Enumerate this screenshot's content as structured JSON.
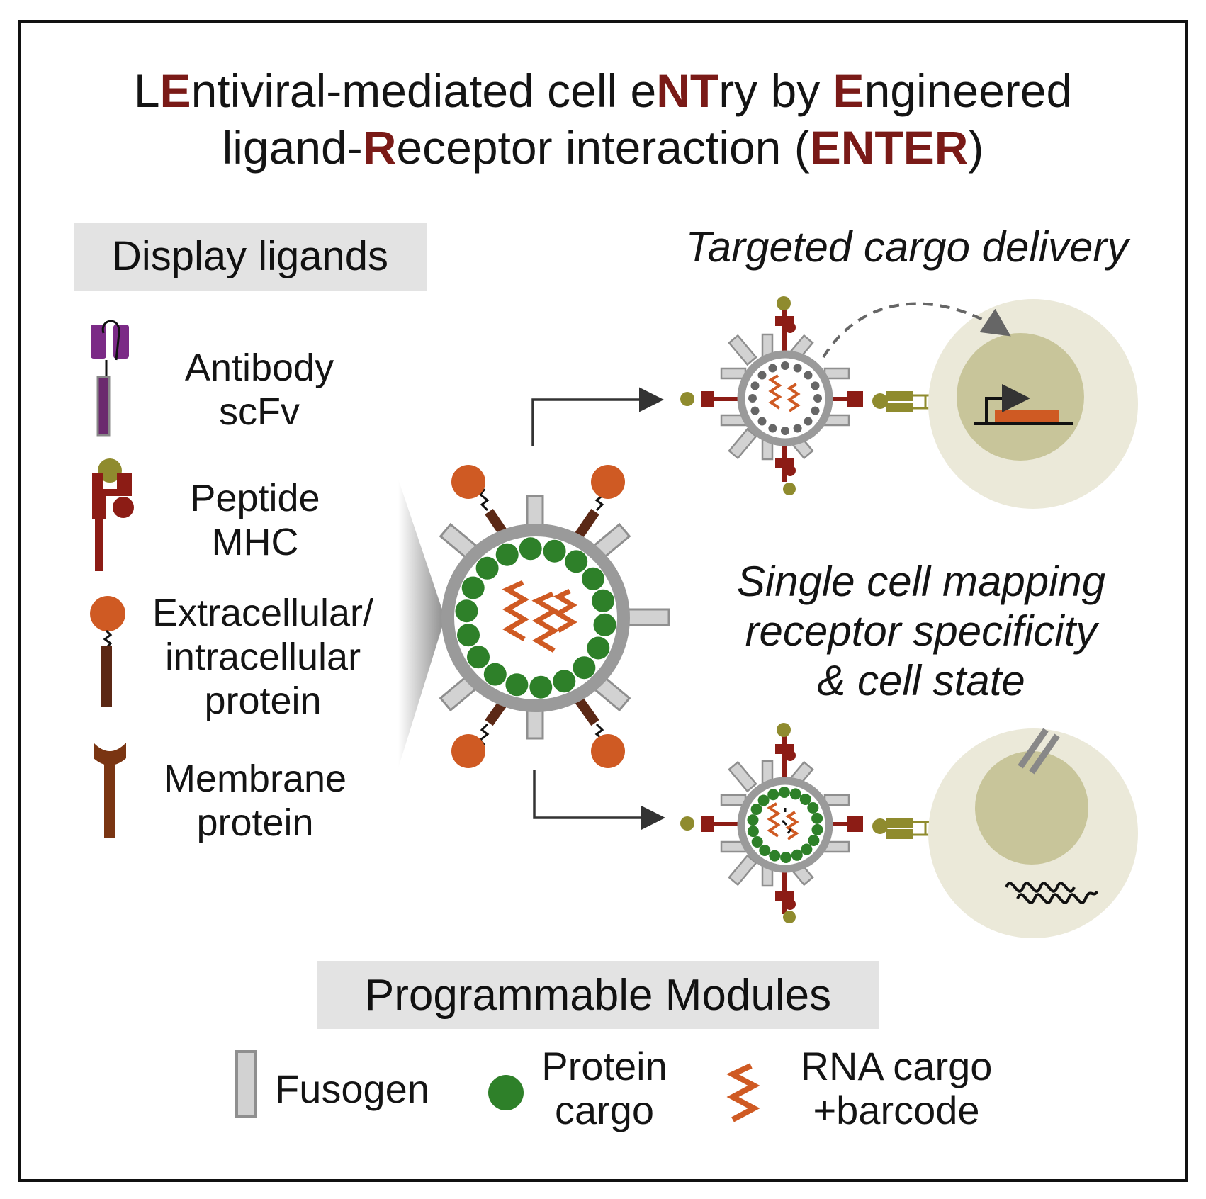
{
  "title": {
    "line1": [
      {
        "t": "L",
        "hl": false
      },
      {
        "t": "E",
        "hl": true
      },
      {
        "t": "ntiviral-mediated cell e",
        "hl": false
      },
      {
        "t": "NT",
        "hl": true
      },
      {
        "t": "ry by ",
        "hl": false
      },
      {
        "t": "E",
        "hl": true
      },
      {
        "t": "ngineered",
        "hl": false
      }
    ],
    "line2": [
      {
        "t": "ligand-",
        "hl": false
      },
      {
        "t": "R",
        "hl": true
      },
      {
        "t": "eceptor interaction (",
        "hl": false
      },
      {
        "t": "ENTER",
        "hl": true
      },
      {
        "t": ")",
        "hl": false
      }
    ]
  },
  "display_ligands": {
    "header": "Display ligands",
    "items": [
      {
        "line1": "Antibody",
        "line2": "scFv"
      },
      {
        "line1": "Peptide",
        "line2": "MHC"
      },
      {
        "line1": "Extracellular/",
        "line2": "intracellular",
        "line3": "protein"
      },
      {
        "line1": "Membrane",
        "line2": "protein"
      }
    ]
  },
  "outcomes": {
    "targeted": "Targeted cargo delivery",
    "mapping": {
      "line1": "Single cell mapping",
      "line2": "receptor specificity",
      "line3": "& cell state"
    }
  },
  "modules": {
    "header": "Programmable Modules",
    "fusogen": "Fusogen",
    "protein_cargo": {
      "line1": "Protein",
      "line2": "cargo"
    },
    "rna_cargo": {
      "line1": "RNA cargo",
      "line2": "+barcode"
    }
  },
  "colors": {
    "dark_red": "#7a1a17",
    "brick": "#8c1c15",
    "purple": "#7b2a86",
    "olive": "#8f8b2e",
    "orange": "#cf5a23",
    "green": "#2e8029",
    "brown": "#5b2815",
    "membrane_brown": "#7a3512",
    "grey": "#9a9a9a",
    "light_grey": "#d2d2d2",
    "cell_outer": "#ebe9d9",
    "cell_nucleus": "#c8c59a"
  }
}
